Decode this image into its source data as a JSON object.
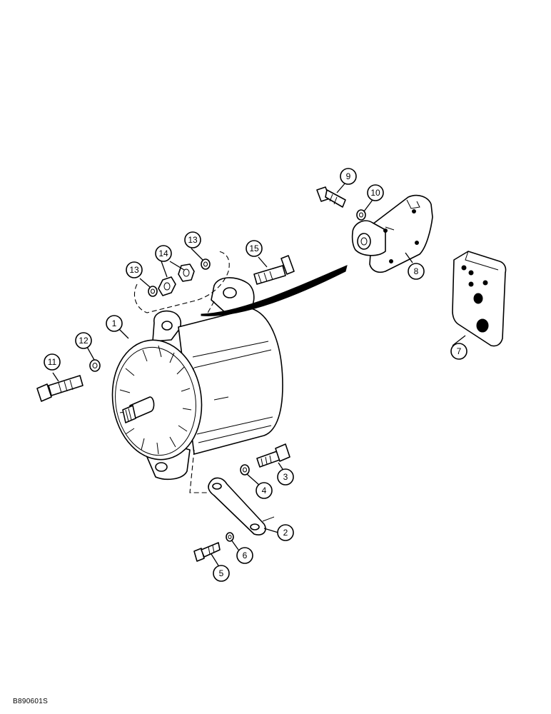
{
  "figure_id": "B890601S",
  "callouts": [
    {
      "number": "1"
    },
    {
      "number": "2"
    },
    {
      "number": "3"
    },
    {
      "number": "4"
    },
    {
      "number": "5"
    },
    {
      "number": "6"
    },
    {
      "number": "7"
    },
    {
      "number": "8"
    },
    {
      "number": "9"
    },
    {
      "number": "10"
    },
    {
      "number": "11"
    },
    {
      "number": "12"
    },
    {
      "number": "13"
    },
    {
      "number": "13"
    },
    {
      "number": "14"
    },
    {
      "number": "15"
    }
  ]
}
